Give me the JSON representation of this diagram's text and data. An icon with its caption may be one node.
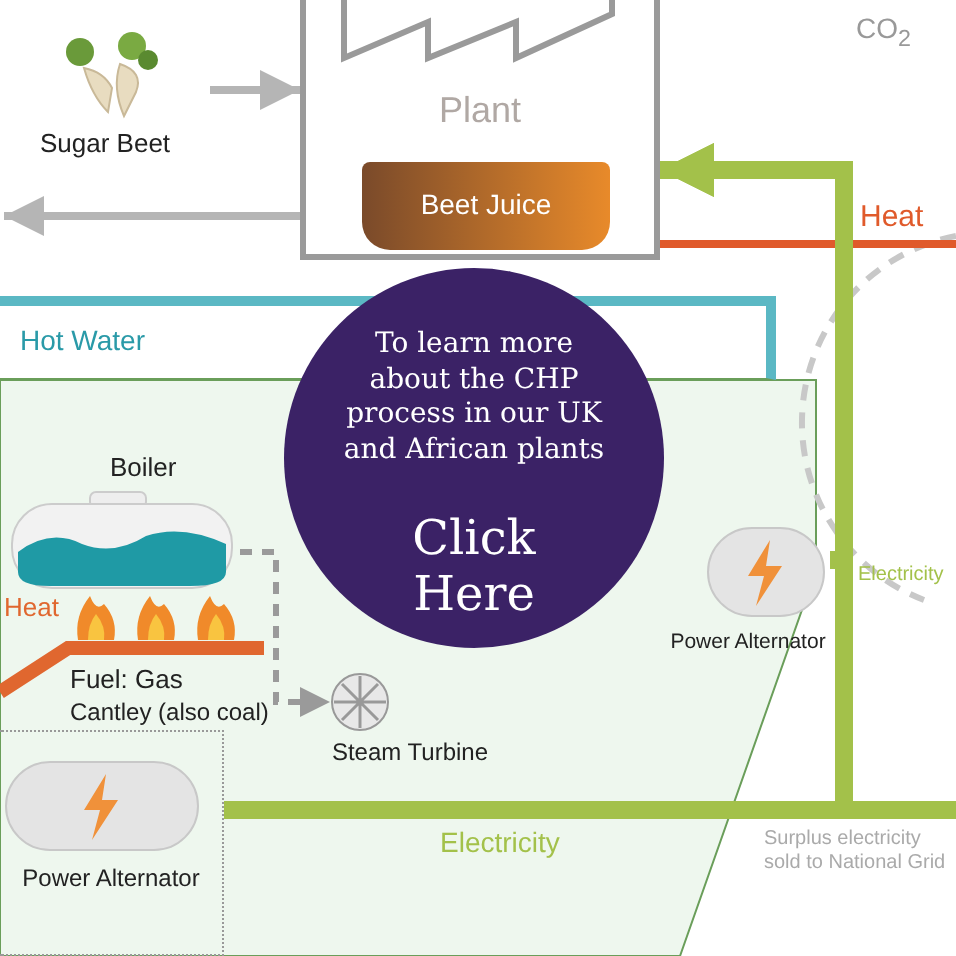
{
  "diagram": {
    "nodes": [
      {
        "text": [
          "Sugar Beet"
        ]
      },
      {
        "text": [
          "Plant"
        ]
      },
      {
        "text": [
          "Beet Juice"
        ],
        "in": 1
      },
      {
        "text": [
          "Hot Water"
        ]
      },
      {
        "text": [
          "Boiler"
        ]
      },
      {
        "text": [
          "Steam Turbine"
        ]
      },
      {
        "text": [
          "Power Alternator"
        ]
      },
      {
        "text": [
          "Power Alternator"
        ]
      },
      {
        "text": [
          "To learn more about the CHP process in our UK and African plants",
          "Click Here"
        ]
      }
    ],
    "edges": [
      {
        "from": 0,
        "to": 1,
        "arrow": "to",
        "color": "#b5b5b5"
      },
      {
        "from": 1,
        "to": null,
        "arrow": "to",
        "color": "#b5b5b5"
      },
      {
        "from": 1,
        "to": null,
        "arrow": "none",
        "label": "Heat",
        "color": "#e05a2b"
      },
      {
        "from": 4,
        "to": 5,
        "arrow": "to",
        "style": "dashed",
        "color": "#9a9a9a"
      },
      {
        "from": 6,
        "to": 1,
        "arrow": "to",
        "style": "thick",
        "color": "#a3c14a"
      },
      {
        "from": 7,
        "to": 1,
        "arrow": "to",
        "style": "thick",
        "color": "#a3c14a"
      },
      {
        "from": 7,
        "to": null,
        "arrow": "none",
        "style": "thick",
        "color": "#a3c14a"
      }
    ],
    "labels": [
      "CO$_{2}$",
      "Electricity",
      "Heat",
      "Fuel: Gas",
      "Cantley (also coal)",
      "Electricity",
      "Surplus electricity sold to National Grid"
    ]
  }
}
